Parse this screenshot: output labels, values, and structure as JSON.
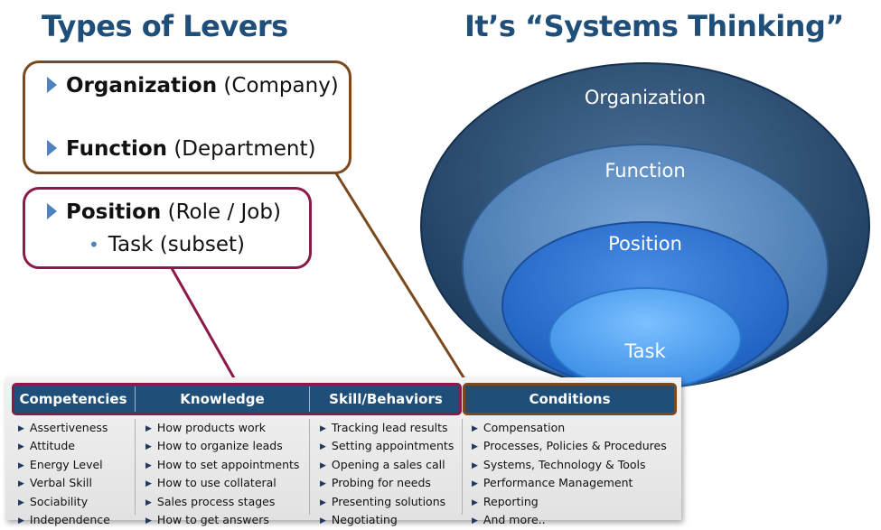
{
  "left_title": "Types of Levers",
  "right_title": "It’s “Systems Thinking”",
  "levers_box1": {
    "items": [
      {
        "bold": "Organization",
        "rest": " (Company)"
      },
      {
        "bold": "Function",
        "rest": " (Department)"
      }
    ]
  },
  "levers_box2": {
    "item": {
      "bold": "Position",
      "rest": " (Role / Job)"
    },
    "sub_item": "Task (subset)"
  },
  "rings": [
    "Organization",
    "Function",
    "Position",
    "Task"
  ],
  "table": {
    "headers": [
      "Competencies",
      "Knowledge",
      "Skill/Behaviors",
      "Conditions"
    ],
    "columns": [
      [
        "Assertiveness",
        "Attitude",
        "Energy Level",
        "Verbal Skill",
        "Sociability",
        "Independence"
      ],
      [
        "How products work",
        "How to organize leads",
        "How to set appointments",
        "How to use collateral",
        "Sales process stages",
        "How to get answers"
      ],
      [
        "Tracking lead results",
        "Setting appointments",
        "Opening a sales call",
        "Probing for needs",
        "Presenting solutions",
        "Negotiating"
      ],
      [
        "Compensation",
        "Processes, Policies & Procedures",
        "Systems, Technology & Tools",
        "Performance Management",
        "Reporting",
        "And more.."
      ]
    ]
  },
  "colors": {
    "title": "#1f4e79",
    "brown_border": "#7a4a1e",
    "maroon_border": "#8b1a4a",
    "header_fill": "#1f4e79",
    "bullet": "#4f81bd"
  }
}
